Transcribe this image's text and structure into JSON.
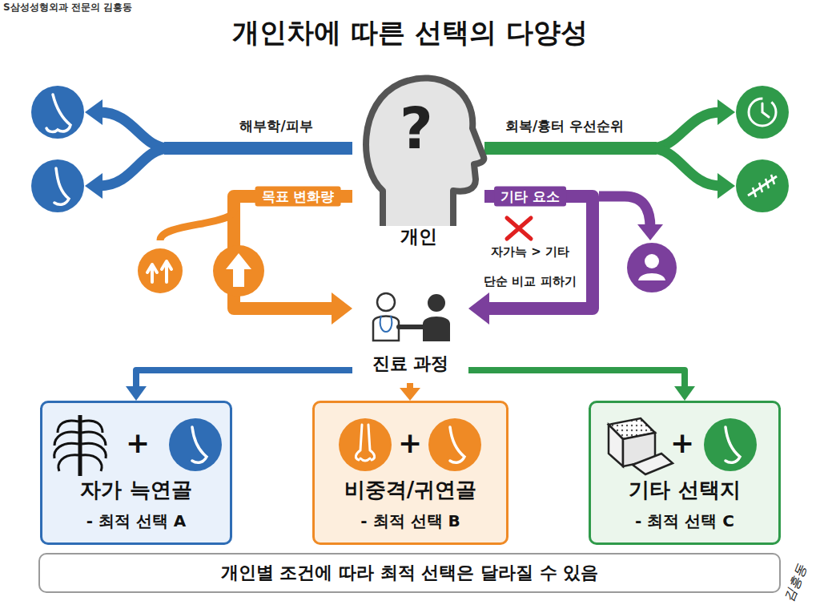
{
  "diagram": {
    "title": "개인차에 따른 선택의 다양성",
    "nodes": [
      {
        "text": [
          "개인"
        ]
      },
      {
        "text": [
          "진료 과정"
        ]
      },
      {
        "text": [
          "자가 늑연골",
          "- 최적 선택 A"
        ]
      },
      {
        "text": [
          "비중격/귀연골",
          "- 최적 선택 B"
        ]
      },
      {
        "text": [
          "기타 선택지",
          "- 최적 선택 C"
        ]
      },
      {
        "text": [
          "개인별 조건에 따라 최적 선택은 달라질 수 있음"
        ]
      }
    ],
    "edges": [
      {
        "from": 0,
        "to": 1,
        "label": "목표 변화량",
        "arrow": "to"
      },
      {
        "from": 0,
        "to": 1,
        "label": "기타 요소",
        "arrow": "to"
      },
      {
        "from": 1,
        "to": 2,
        "arrow": "to"
      },
      {
        "from": 1,
        "to": 3,
        "arrow": "to"
      },
      {
        "from": 1,
        "to": 4,
        "arrow": "to"
      }
    ],
    "labels": [
      "S삼성성형외과 전문의 김흥동",
      "?",
      "해부학/피부",
      "회복/흉터 우선순위",
      "자가늑 > 기타",
      "단순 비교 피하기",
      "+",
      "+",
      "+",
      "김흥동"
    ]
  }
}
